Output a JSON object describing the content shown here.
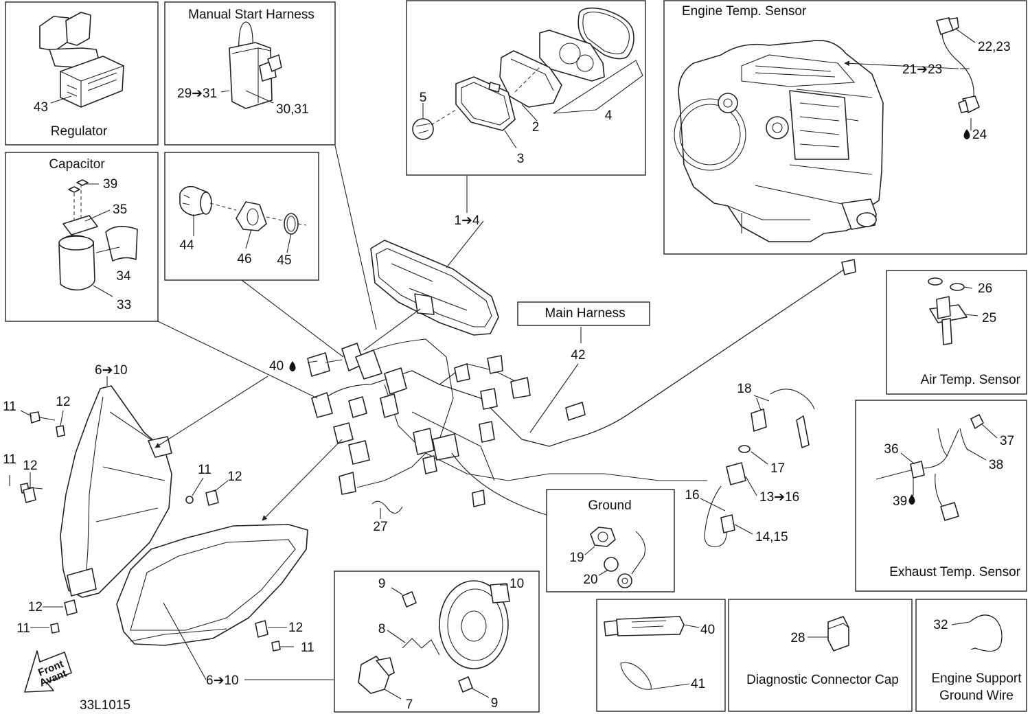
{
  "boxes": {
    "regulator": "Regulator",
    "manual_start": "Manual Start Harness",
    "capacitor": "Capacitor",
    "engine_temp": "Engine Temp. Sensor",
    "main_harness": "Main Harness",
    "air_temp": "Air Temp. Sensor",
    "exhaust_temp": "Exhaust Temp. Sensor",
    "ground": "Ground",
    "diag_cap": "Diagnostic Connector Cap",
    "engine_support_1": "Engine Support",
    "engine_support_2": "Ground Wire"
  },
  "callouts": {
    "c43": "43",
    "c29_31": "29➔31",
    "c30_31": "30,31",
    "c5": "5",
    "c2": "2",
    "c3": "3",
    "c4": "4",
    "c1_4": "1➔4",
    "c22_23": "22,23",
    "c21_23": "21➔23",
    "c24": "24",
    "c39a": "39",
    "c35": "35",
    "c34": "34",
    "c33": "33",
    "c44": "44",
    "c46": "46",
    "c45": "45",
    "c42": "42",
    "c40a": "40",
    "c26": "26",
    "c25": "25",
    "c6_10a": "6➔10",
    "c11a": "11",
    "c12a": "12",
    "c11b": "11",
    "c12b": "12",
    "c11c": "11",
    "c12c": "12",
    "c12d": "12",
    "c11d": "11",
    "c12e": "12",
    "c11e": "11",
    "c6_10b": "6➔10",
    "c18": "18",
    "c17": "17",
    "c16": "16",
    "c13_16": "13➔16",
    "c14_15": "14,15",
    "c27": "27",
    "c36": "36",
    "c37": "37",
    "c38": "38",
    "c39b": "39",
    "c19": "19",
    "c20": "20",
    "c9a": "9",
    "c10": "10",
    "c8": "8",
    "c7": "7",
    "c9b": "9",
    "c40b": "40",
    "c41": "41",
    "c28": "28",
    "c32": "32"
  },
  "front_arrow": {
    "line1": "Front",
    "line2": "Avant"
  },
  "drawing_id": "33L1015"
}
